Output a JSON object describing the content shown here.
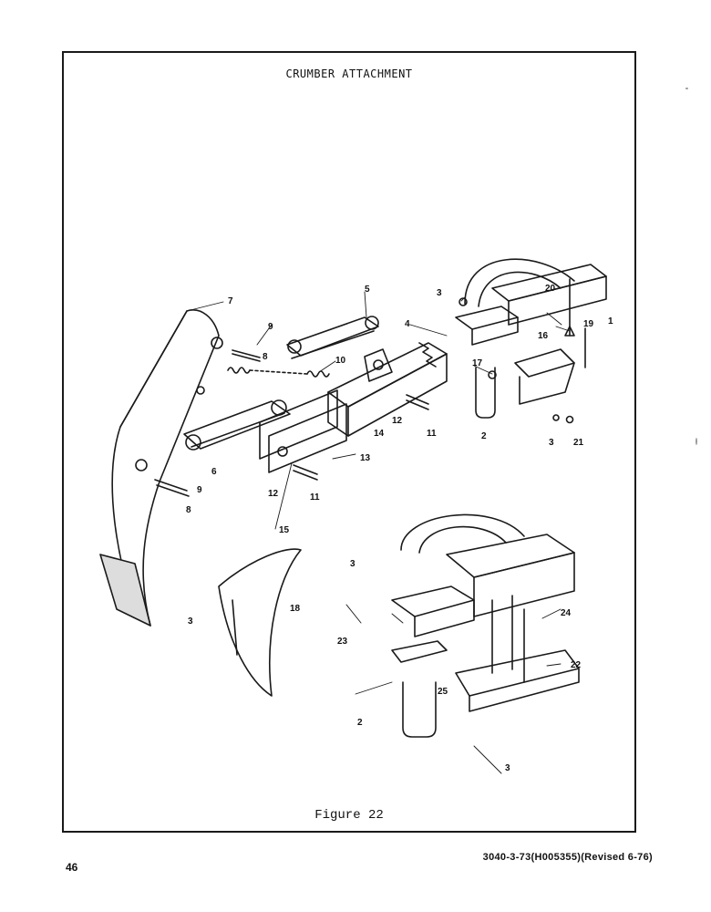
{
  "figure": {
    "title": "CRUMBER ATTACHMENT",
    "caption": "Figure 22",
    "callouts": [
      "1",
      "2",
      "3",
      "4",
      "5",
      "6",
      "7",
      "8",
      "9",
      "10",
      "11",
      "12",
      "13",
      "14",
      "15",
      "16",
      "17",
      "18",
      "19",
      "20",
      "21",
      "22",
      "23",
      "24",
      "25"
    ]
  },
  "footer": {
    "page_number": "46",
    "document_code": "3040-3-73(H005355)(Revised 6-76)"
  }
}
